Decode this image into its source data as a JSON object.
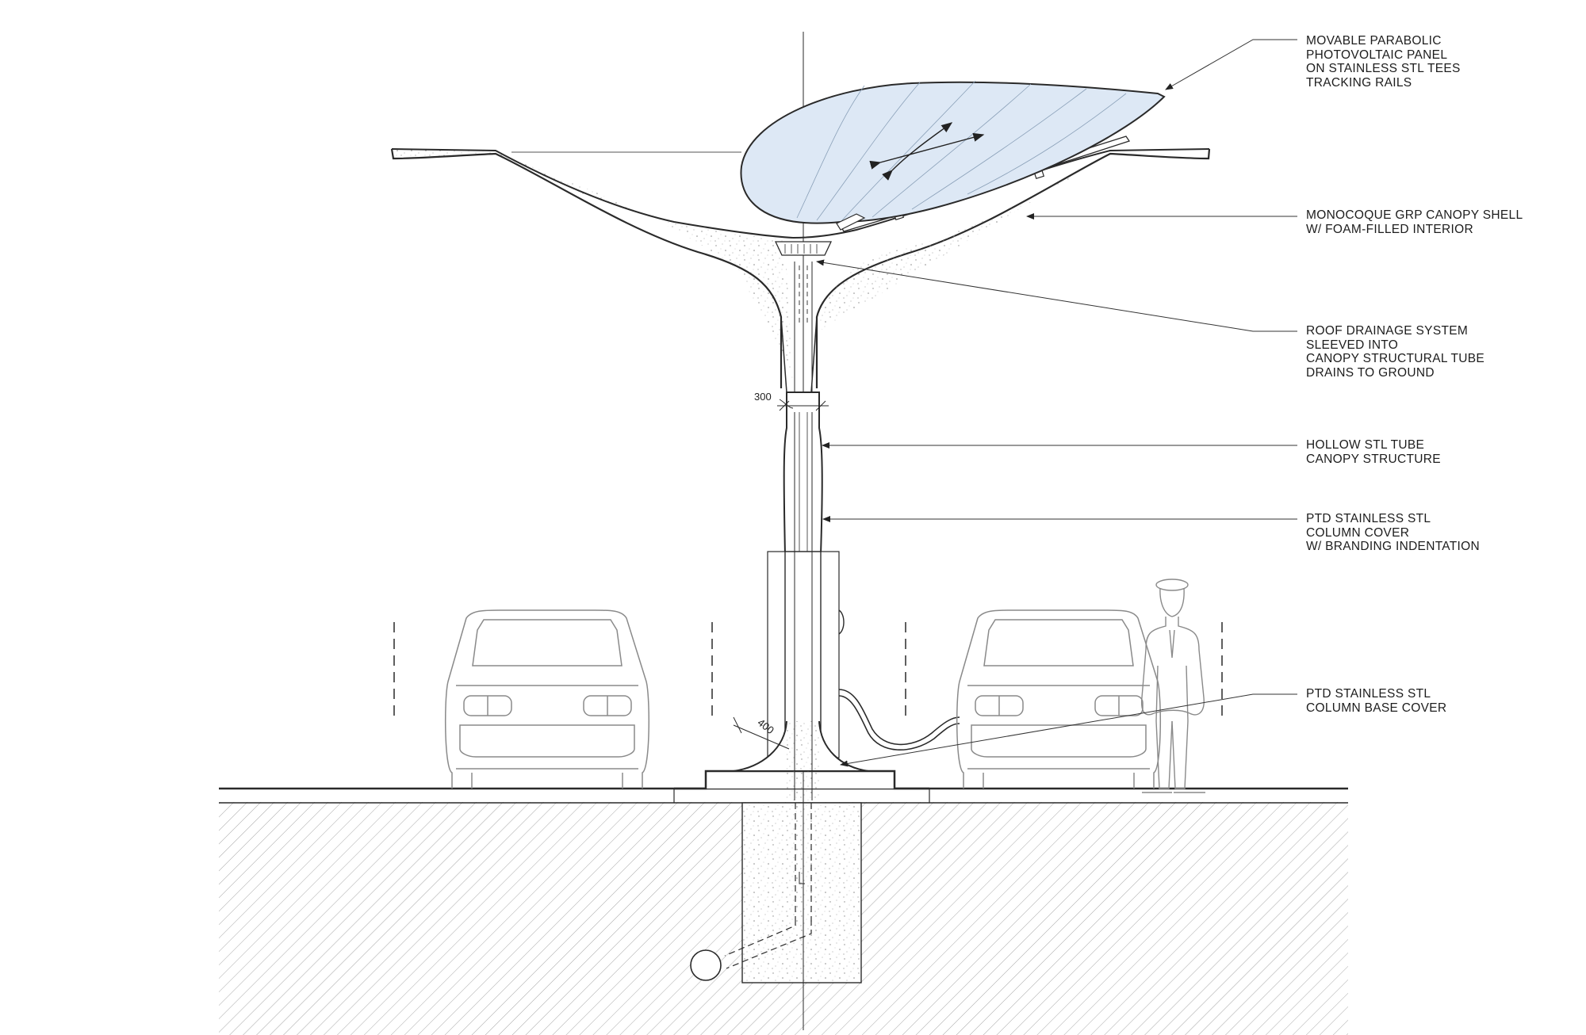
{
  "annotations": {
    "pv_panel": [
      "MOVABLE PARABOLIC",
      "PHOTOVOLTAIC PANEL",
      "ON STAINLESS STL TEES",
      "TRACKING RAILS"
    ],
    "canopy_shell": [
      "MONOCOQUE GRP CANOPY SHELL",
      "W/ FOAM-FILLED INTERIOR"
    ],
    "roof_drainage": [
      "ROOF DRAINAGE SYSTEM",
      "SLEEVED INTO",
      "CANOPY STRUCTURAL TUBE",
      "DRAINS TO GROUND"
    ],
    "steel_tube": [
      "HOLLOW STL TUBE",
      "CANOPY STRUCTURE"
    ],
    "column_cover": [
      "PTD STAINLESS STL",
      "COLUMN COVER",
      "W/ BRANDING INDENTATION"
    ],
    "base_cover": [
      "PTD STAINLESS STL",
      "COLUMN BASE COVER"
    ]
  },
  "dimensions": {
    "column_diameter": "300",
    "base_radius": "400"
  },
  "colors": {
    "line": "#2a2a2a",
    "panel_fill": "#dde8f5",
    "hatch": "#9a9a9a",
    "concrete_speckle": "#8a8a8a"
  }
}
